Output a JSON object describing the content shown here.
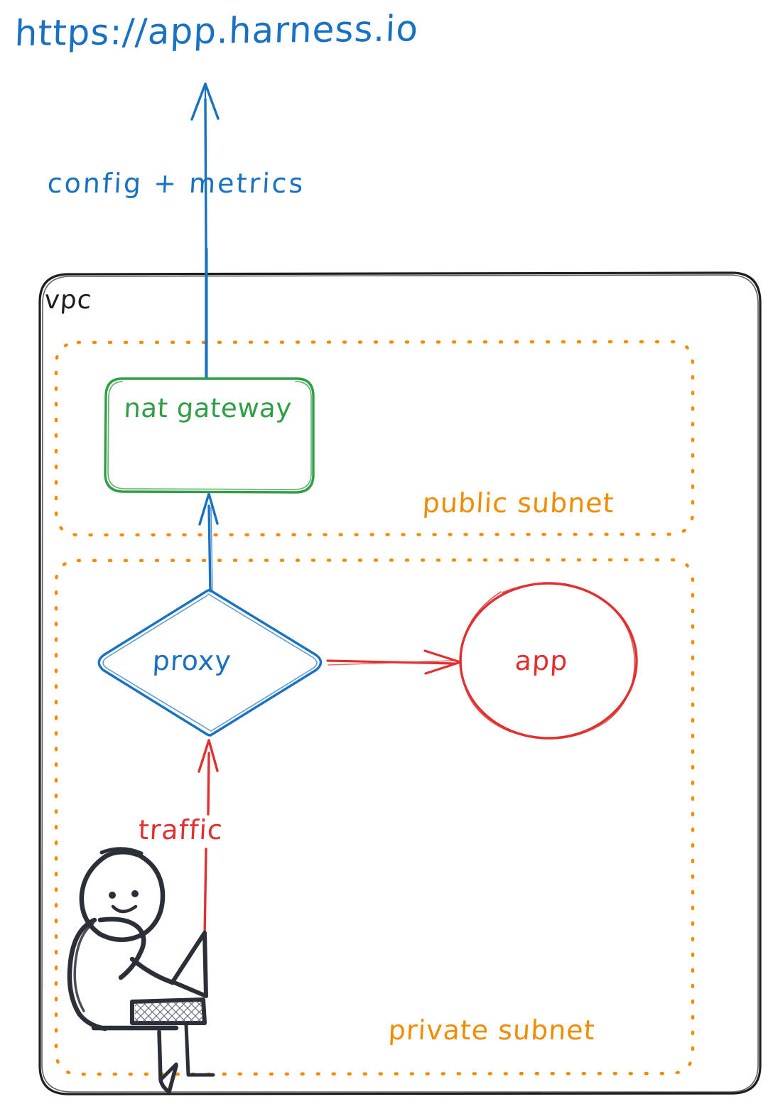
{
  "diagram": {
    "title_text": "https://app.harness.io",
    "style": "hand-drawn sketch (excalidraw)",
    "background": "#ffffff",
    "colors": {
      "blue": "#1971c2",
      "green": "#2f9e44",
      "orange": "#f08c00",
      "red": "#e03131",
      "black": "#1e1e1e"
    }
  },
  "labels": {
    "url": "https://app.harness.io",
    "config_metrics": "config  +  metrics",
    "vpc": "vpc",
    "nat_gateway": "nat gateway",
    "public_subnet": "public subnet",
    "proxy": "proxy",
    "app": "app",
    "traffic": "traffic",
    "private_subnet": "private subnet"
  },
  "nodes": [
    {
      "id": "nat-gateway",
      "label": "nat gateway",
      "shape": "rounded-rectangle",
      "color": "#2f9e44",
      "zone": "public subnet"
    },
    {
      "id": "proxy",
      "label": "proxy",
      "shape": "diamond",
      "color": "#1971c2",
      "zone": "private subnet"
    },
    {
      "id": "app",
      "label": "app",
      "shape": "ellipse",
      "color": "#e03131",
      "zone": "private subnet"
    },
    {
      "id": "user",
      "label": "",
      "shape": "person-with-laptop",
      "color": "#1e1e1e",
      "zone": "private subnet"
    }
  ],
  "zones": [
    {
      "id": "vpc",
      "label": "vpc",
      "style": "solid rounded rectangle",
      "color": "#1e1e1e"
    },
    {
      "id": "public-subnet",
      "label": "public subnet",
      "style": "dotted rounded rectangle",
      "color": "#f08c00"
    },
    {
      "id": "private-subnet",
      "label": "private subnet",
      "style": "dotted rounded rectangle",
      "color": "#f08c00"
    }
  ],
  "edges": [
    {
      "id": "nat-to-internet",
      "from": "nat gateway",
      "to": "https://app.harness.io",
      "label": "config  +  metrics",
      "color": "#1971c2",
      "direction": "up"
    },
    {
      "id": "proxy-to-nat",
      "from": "proxy",
      "to": "nat gateway",
      "label": "",
      "color": "#1971c2",
      "direction": "up"
    },
    {
      "id": "proxy-to-app",
      "from": "proxy",
      "to": "app",
      "label": "",
      "color": "#e03131",
      "direction": "right"
    },
    {
      "id": "user-to-proxy",
      "from": "user",
      "to": "proxy",
      "label": "traffic",
      "color": "#e03131",
      "direction": "up"
    }
  ]
}
